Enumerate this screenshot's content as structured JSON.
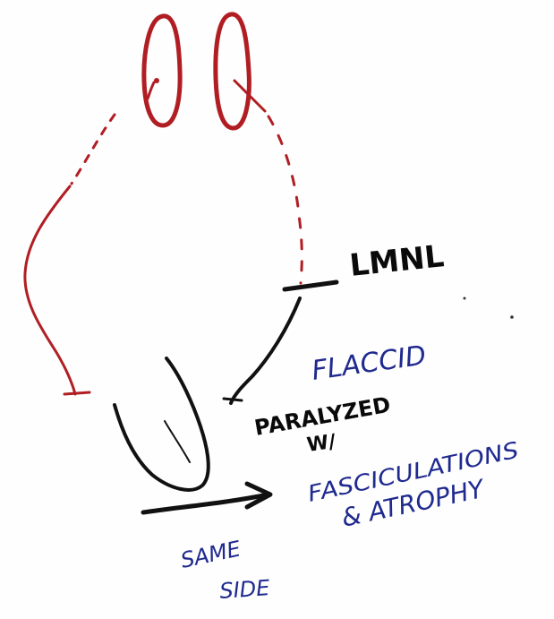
{
  "diagram": {
    "labels": {
      "lesion_label": "LMNL",
      "finding_line1": "FLACCID",
      "finding_line2": "PARALYZED",
      "finding_line3": "W/",
      "finding_line4": "FASCICULATIONS",
      "finding_line5": "& ATROPHY",
      "side_line1": "SAME",
      "side_line2": "SIDE"
    },
    "colors": {
      "upper_pathway": "#b01e23",
      "lower_pathway": "#111111",
      "annotation_blue": "#1f2a8f",
      "annotation_black": "#0a0a0a"
    }
  }
}
